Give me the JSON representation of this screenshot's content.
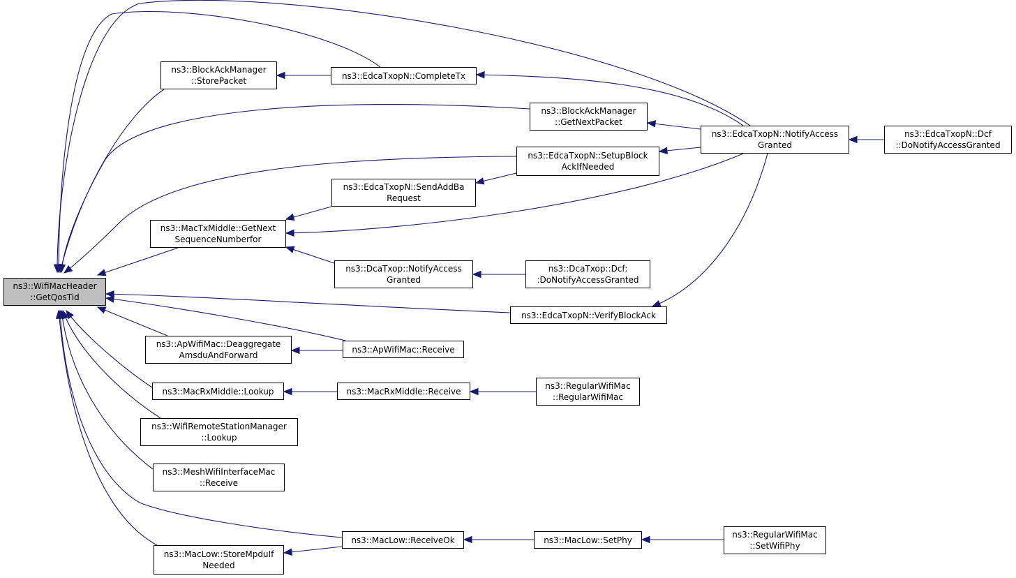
{
  "diagram": {
    "type": "call-graph",
    "line_color": "#191970",
    "root_fill": "#bfbfbf",
    "nodes": [
      {
        "id": "root",
        "lines": [
          "ns3::WifiMacHeader",
          "::GetQosTid"
        ]
      },
      {
        "id": "bam_store",
        "lines": [
          "ns3::BlockAckManager",
          "::StorePacket"
        ]
      },
      {
        "id": "edca_complete",
        "lines": [
          "ns3::EdcaTxopN::CompleteTx"
        ]
      },
      {
        "id": "bam_getnext",
        "lines": [
          "ns3::BlockAckManager",
          "::GetNextPacket"
        ]
      },
      {
        "id": "edca_notify",
        "lines": [
          "ns3::EdcaTxopN::NotifyAccess",
          "Granted"
        ]
      },
      {
        "id": "edca_dcf",
        "lines": [
          "ns3::EdcaTxopN::Dcf",
          "::DoNotifyAccessGranted"
        ]
      },
      {
        "id": "edca_setup",
        "lines": [
          "ns3::EdcaTxopN::SetupBlock",
          "AckIfNeeded"
        ]
      },
      {
        "id": "edca_sendaddba",
        "lines": [
          "ns3::EdcaTxopN::SendAddBa",
          "Request"
        ]
      },
      {
        "id": "mactx_getnext",
        "lines": [
          "ns3::MacTxMiddle::GetNext",
          "SequenceNumberfor"
        ]
      },
      {
        "id": "dca_notify",
        "lines": [
          "ns3::DcaTxop::NotifyAccess",
          "Granted"
        ]
      },
      {
        "id": "dca_dcf",
        "lines": [
          "ns3::DcaTxop::Dcf:",
          ":DoNotifyAccessGranted"
        ]
      },
      {
        "id": "edca_verify",
        "lines": [
          "ns3::EdcaTxopN::VerifyBlockAck"
        ]
      },
      {
        "id": "ap_deagg",
        "lines": [
          "ns3::ApWifiMac::Deaggregate",
          "AmsduAndForward"
        ]
      },
      {
        "id": "ap_receive",
        "lines": [
          "ns3::ApWifiMac::Receive"
        ]
      },
      {
        "id": "macrx_lookup",
        "lines": [
          "ns3::MacRxMiddle::Lookup"
        ]
      },
      {
        "id": "macrx_receive",
        "lines": [
          "ns3::MacRxMiddle::Receive"
        ]
      },
      {
        "id": "regular_ctor",
        "lines": [
          "ns3::RegularWifiMac",
          "::RegularWifiMac"
        ]
      },
      {
        "id": "wrsm_lookup",
        "lines": [
          "ns3::WifiRemoteStationManager",
          "::Lookup"
        ]
      },
      {
        "id": "mesh_receive",
        "lines": [
          "ns3::MeshWifiInterfaceMac",
          "::Receive"
        ]
      },
      {
        "id": "maclow_receiveok",
        "lines": [
          "ns3::MacLow::ReceiveOk"
        ]
      },
      {
        "id": "maclow_setphy",
        "lines": [
          "ns3::MacLow::SetPhy"
        ]
      },
      {
        "id": "regular_setphy",
        "lines": [
          "ns3::RegularWifiMac",
          "::SetWifiPhy"
        ]
      },
      {
        "id": "maclow_storempdu",
        "lines": [
          "ns3::MacLow::StoreMpduIf",
          "Needed"
        ]
      }
    ],
    "edges": [
      {
        "from": "bam_store",
        "to": "root"
      },
      {
        "from": "edca_complete",
        "to": "root"
      },
      {
        "from": "edca_complete",
        "to": "bam_store"
      },
      {
        "from": "edca_notify",
        "to": "root"
      },
      {
        "from": "edca_notify",
        "to": "edca_complete"
      },
      {
        "from": "edca_notify",
        "to": "bam_getnext"
      },
      {
        "from": "edca_notify",
        "to": "edca_setup"
      },
      {
        "from": "edca_notify",
        "to": "mactx_getnext"
      },
      {
        "from": "edca_notify",
        "to": "edca_verify"
      },
      {
        "from": "edca_dcf",
        "to": "edca_notify"
      },
      {
        "from": "bam_getnext",
        "to": "root"
      },
      {
        "from": "edca_setup",
        "to": "root"
      },
      {
        "from": "edca_setup",
        "to": "edca_sendaddba"
      },
      {
        "from": "edca_sendaddba",
        "to": "mactx_getnext"
      },
      {
        "from": "mactx_getnext",
        "to": "root"
      },
      {
        "from": "dca_notify",
        "to": "mactx_getnext"
      },
      {
        "from": "dca_dcf",
        "to": "dca_notify"
      },
      {
        "from": "edca_verify",
        "to": "root"
      },
      {
        "from": "ap_deagg",
        "to": "root"
      },
      {
        "from": "ap_receive",
        "to": "root"
      },
      {
        "from": "ap_receive",
        "to": "ap_deagg"
      },
      {
        "from": "macrx_lookup",
        "to": "root"
      },
      {
        "from": "macrx_receive",
        "to": "macrx_lookup"
      },
      {
        "from": "regular_ctor",
        "to": "macrx_receive"
      },
      {
        "from": "wrsm_lookup",
        "to": "root"
      },
      {
        "from": "mesh_receive",
        "to": "root"
      },
      {
        "from": "maclow_receiveok",
        "to": "root"
      },
      {
        "from": "maclow_receiveok",
        "to": "maclow_storempdu"
      },
      {
        "from": "maclow_setphy",
        "to": "maclow_receiveok"
      },
      {
        "from": "regular_setphy",
        "to": "maclow_setphy"
      },
      {
        "from": "maclow_storempdu",
        "to": "root"
      }
    ]
  }
}
